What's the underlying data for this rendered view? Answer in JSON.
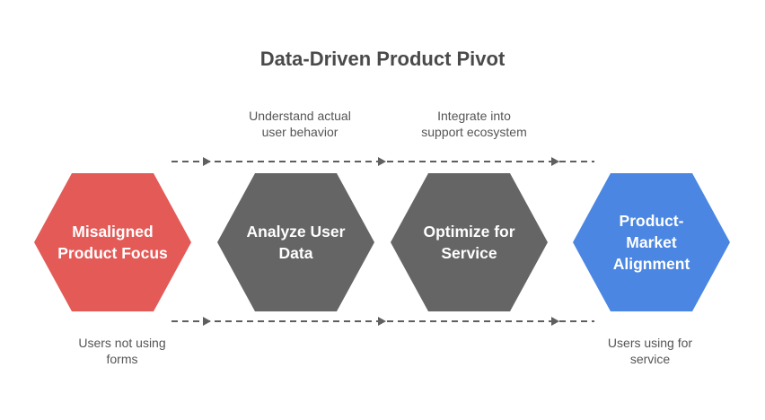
{
  "title": "Data-Driven Product Pivot",
  "top_notes": [
    {
      "text_line1": "Understand actual",
      "text_line2": "user behavior"
    },
    {
      "text_line1": "Integrate into",
      "text_line2": "support ecosystem"
    }
  ],
  "bottom_notes": [
    {
      "text_line1": "Users not using",
      "text_line2": "forms"
    },
    {
      "text_line1": "Users using for",
      "text_line2": "service"
    }
  ],
  "steps": [
    {
      "label": "Misaligned Product Focus",
      "lines": [
        "Misaligned",
        "Product Focus"
      ],
      "color": "#e35a57"
    },
    {
      "label": "Analyze User Data",
      "lines": [
        "Analyze User",
        "Data"
      ],
      "color": "#656565"
    },
    {
      "label": "Optimize for Service",
      "lines": [
        "Optimize for",
        "Service"
      ],
      "color": "#656565"
    },
    {
      "label": "Product-Market Alignment",
      "lines": [
        "Product-",
        "Market",
        "Alignment"
      ],
      "color": "#4a86e2"
    }
  ],
  "colors": {
    "connector": "#5f5f5f",
    "title": "#4a4a4a",
    "note": "#555555"
  }
}
